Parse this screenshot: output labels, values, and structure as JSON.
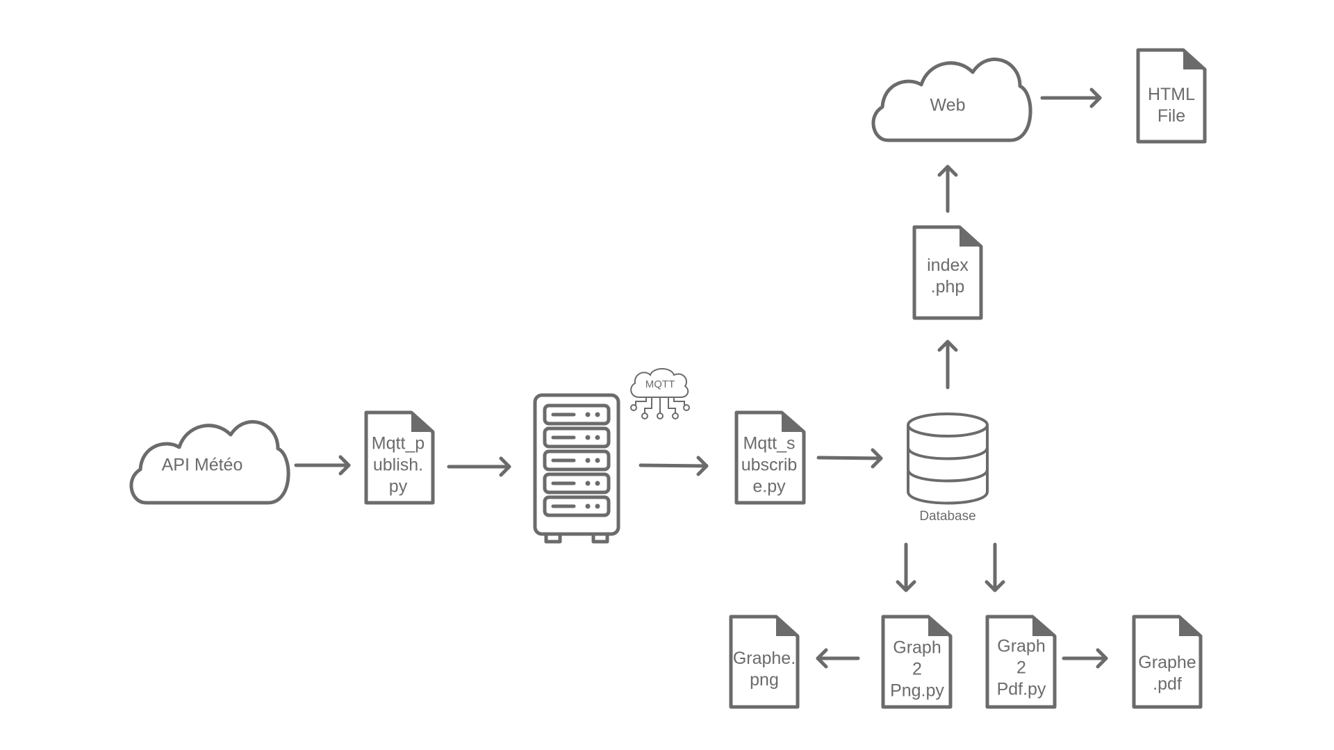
{
  "nodes": {
    "api_meteo": "API Météo",
    "mqtt_publish": [
      "Mqtt_p",
      "ublish.",
      "py"
    ],
    "mqtt_badge": "MQTT",
    "mqtt_subscribe": [
      "Mqtt_s",
      "ubscrib",
      "e.py"
    ],
    "database": "Database",
    "index_php": [
      "index",
      ".php"
    ],
    "web": "Web",
    "html_file": [
      "HTML",
      "File"
    ],
    "graph2png": [
      "Graph",
      "2",
      "Png.py"
    ],
    "graph2pdf": [
      "Graph",
      "2",
      "Pdf.py"
    ],
    "graphe_png": [
      "Graphe.",
      "png"
    ],
    "graphe_pdf": [
      "Graphe",
      ".pdf"
    ]
  },
  "edges": [
    {
      "from": "api_meteo",
      "to": "mqtt_publish"
    },
    {
      "from": "mqtt_publish",
      "to": "mqtt_broker_server"
    },
    {
      "from": "mqtt_broker_server",
      "to": "mqtt_subscribe"
    },
    {
      "from": "mqtt_subscribe",
      "to": "database"
    },
    {
      "from": "database",
      "to": "index_php"
    },
    {
      "from": "index_php",
      "to": "web"
    },
    {
      "from": "web",
      "to": "html_file"
    },
    {
      "from": "database",
      "to": "graph2png"
    },
    {
      "from": "database",
      "to": "graph2pdf"
    },
    {
      "from": "graph2png",
      "to": "graphe_png"
    },
    {
      "from": "graph2pdf",
      "to": "graphe_pdf"
    }
  ],
  "colors": {
    "stroke": "#6b6b6b",
    "background": "#ffffff"
  }
}
